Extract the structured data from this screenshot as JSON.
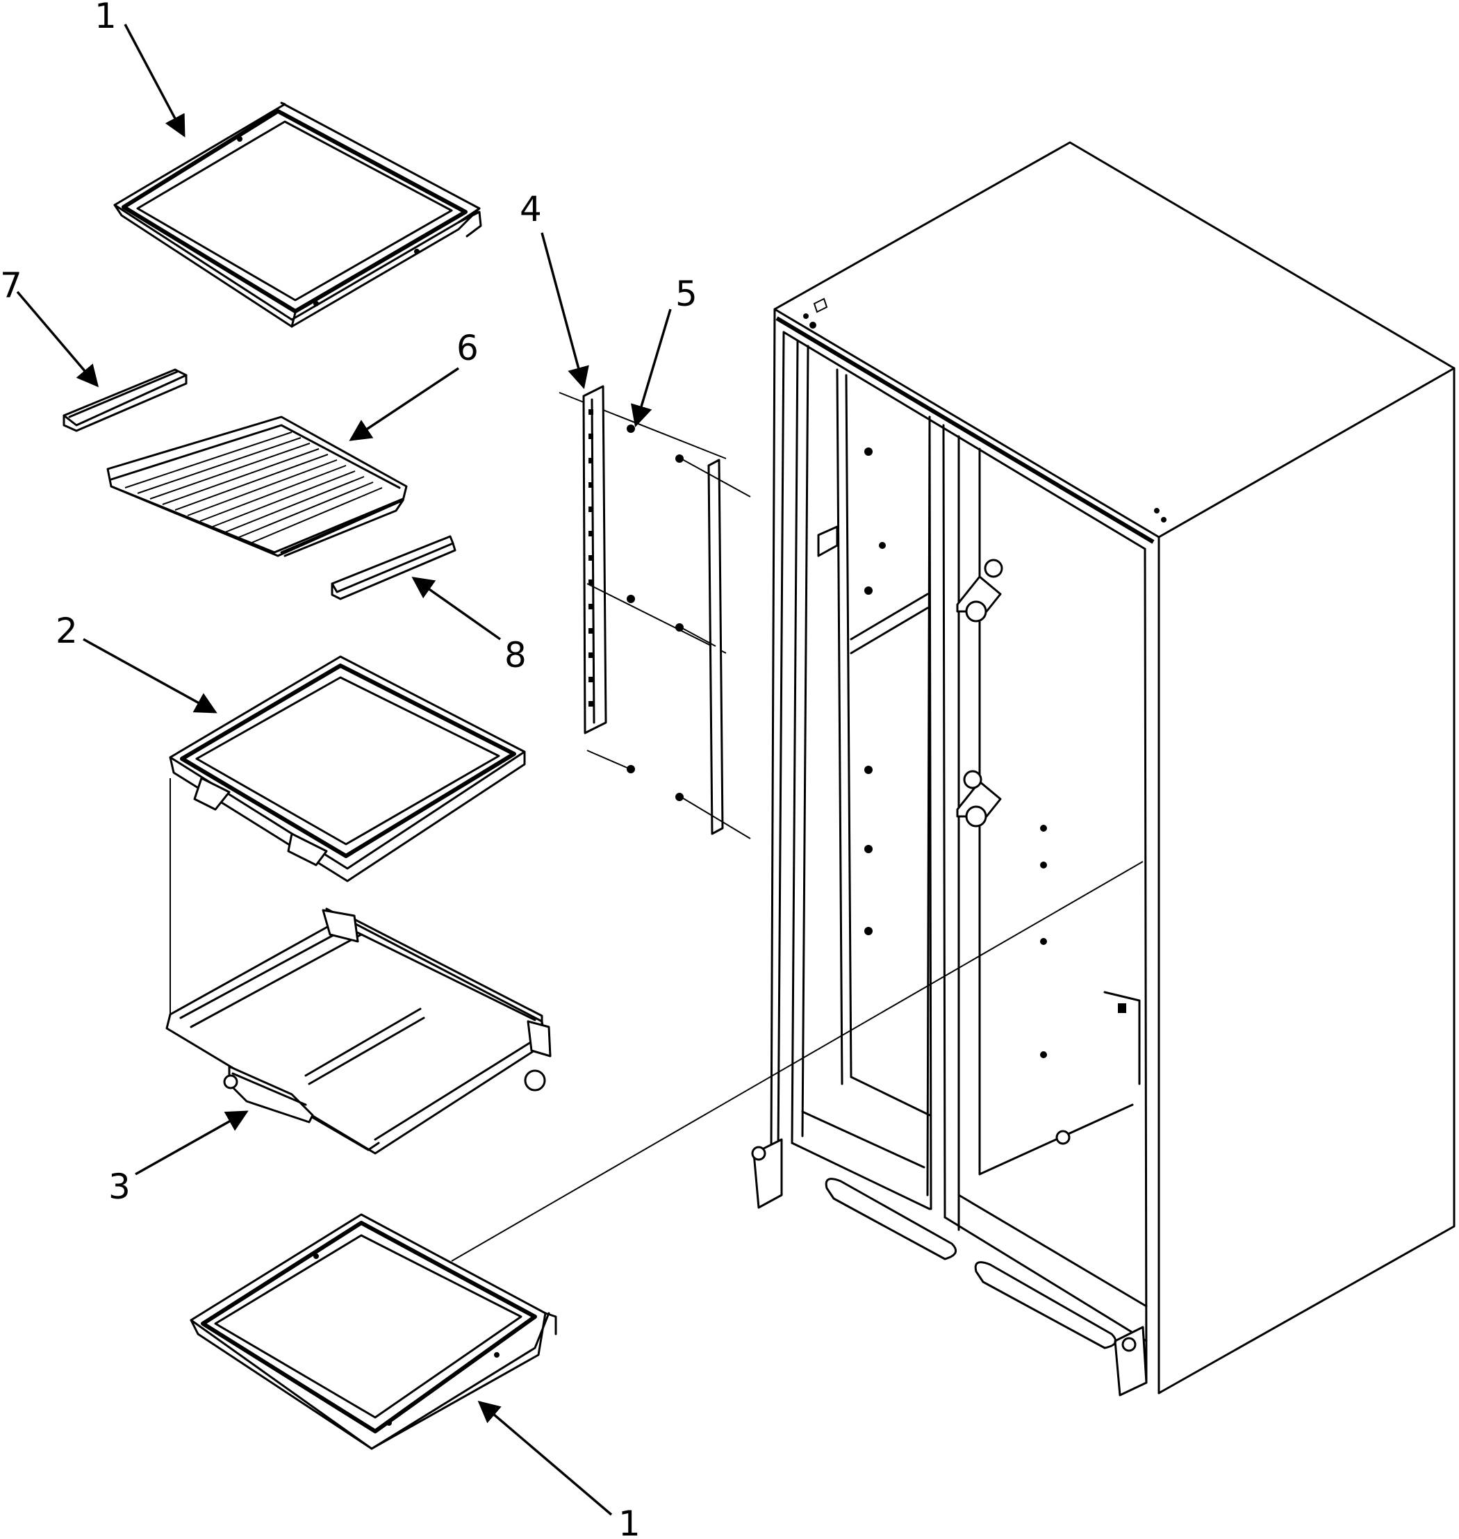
{
  "callouts": [
    {
      "id": "c1a",
      "label": "1"
    },
    {
      "id": "c7",
      "label": "7"
    },
    {
      "id": "c6",
      "label": "6"
    },
    {
      "id": "c4",
      "label": "4"
    },
    {
      "id": "c5",
      "label": "5"
    },
    {
      "id": "c8",
      "label": "8"
    },
    {
      "id": "c2",
      "label": "2"
    },
    {
      "id": "c3",
      "label": "3"
    },
    {
      "id": "c1b",
      "label": "1"
    }
  ]
}
